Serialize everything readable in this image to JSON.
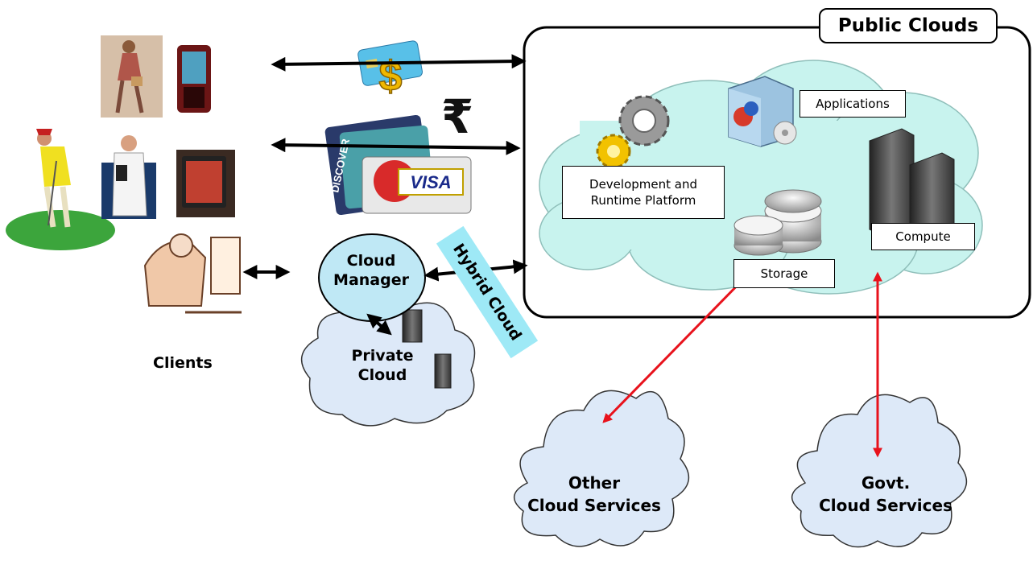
{
  "public_clouds": {
    "title": "Public Clouds",
    "applications": "Applications",
    "platform": "Development and Runtime Platform",
    "compute": "Compute",
    "storage": "Storage"
  },
  "clients": {
    "label": "Clients"
  },
  "hybrid": {
    "label": "Hybrid Cloud"
  },
  "cloud_manager": {
    "label": "Cloud Manager"
  },
  "private_cloud": {
    "label": "Private Cloud"
  },
  "other_services": {
    "line1": "Other",
    "line2": "Cloud Services"
  },
  "govt_services": {
    "line1": "Govt.",
    "line2": "Cloud Services"
  },
  "payment": {
    "rupee_symbol": "₹",
    "dollar_symbol": "$",
    "visa": "VISA",
    "discover": "DISCOVER"
  },
  "colors": {
    "cloud_fill": "#c8f3ee",
    "blue_cloud": "#dde9f8",
    "hybrid_band": "#9ee9f6",
    "red_arrow": "#e8121c",
    "cloud_manager": "#bfe8f5"
  }
}
